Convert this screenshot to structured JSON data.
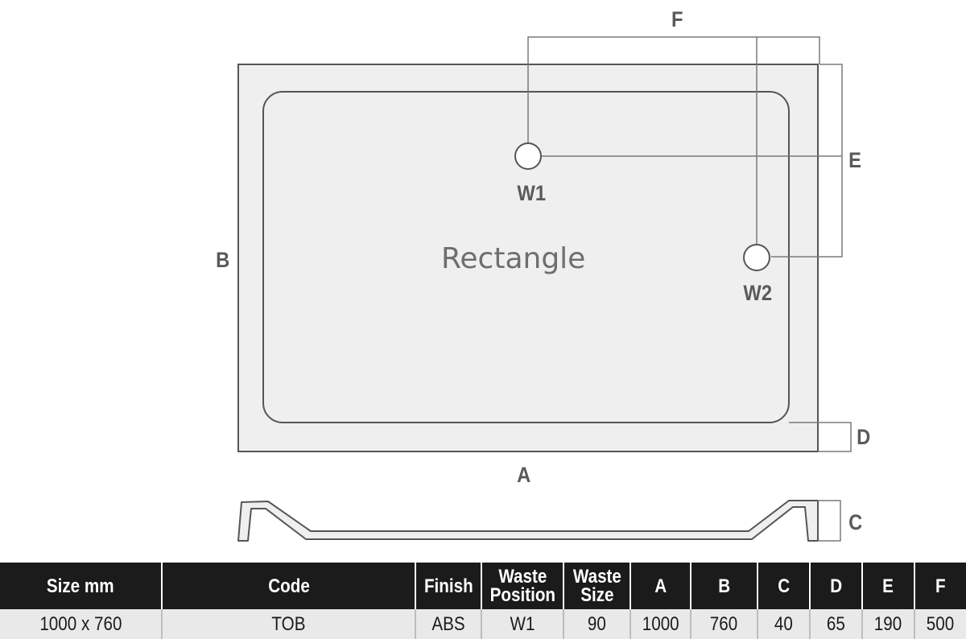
{
  "diagram": {
    "shape_label": "Rectangle",
    "waste_labels": [
      "W1",
      "W2"
    ],
    "dimension_labels": {
      "a": "A",
      "b": "B",
      "c": "C",
      "d": "D",
      "e": "E",
      "f": "F"
    }
  },
  "table": {
    "headers": [
      "Size mm",
      "Code",
      "Finish",
      "Waste\nPosition",
      "Waste\nSize",
      "A",
      "B",
      "C",
      "D",
      "E",
      "F"
    ],
    "rows": [
      [
        "1000 x 760",
        "TOB",
        "ABS",
        "W1",
        "90",
        "1000",
        "760",
        "40",
        "65",
        "190",
        "500"
      ]
    ]
  }
}
